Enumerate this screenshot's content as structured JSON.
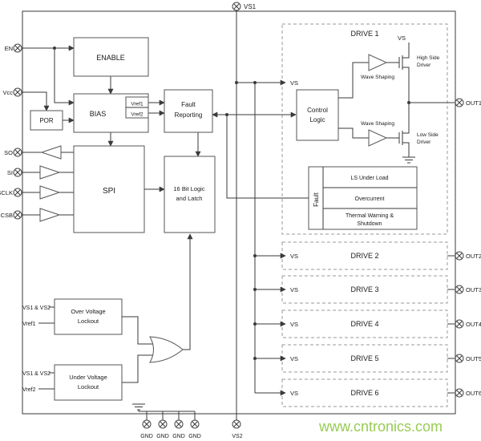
{
  "watermark": "www.cntronics.com",
  "colors": {
    "wire": "#3a3a3a",
    "box_border": "#555555",
    "dashed_border": "#9a9a9a",
    "watermark": "#8dc63f"
  },
  "pins": {
    "top": "VS1",
    "left": [
      "EN",
      "Vcc",
      "SO",
      "SI",
      "SCLK",
      "CSB"
    ],
    "right": [
      "OUT1",
      "OUT2",
      "OUT3",
      "OUT4",
      "OUT5",
      "OUT6"
    ],
    "gnd": [
      "GND",
      "GND",
      "GND",
      "GND"
    ],
    "bottom": "VS2"
  },
  "left_signals": {
    "ovl_supply": "VS1 & VS2",
    "ovl_ref": "Vref1",
    "uvl_supply": "VS1 & VS2",
    "uvl_ref": "Vref2"
  },
  "blocks": {
    "enable": "ENABLE",
    "por": "POR",
    "bias": "BIAS",
    "vref1": "Vref1",
    "vref2": "Vref2",
    "fault_reporting": [
      "Fault",
      "Reporting"
    ],
    "spi": "SPI",
    "logic": [
      "16 Bit Logic",
      "and Latch"
    ],
    "ovl": [
      "Over Voltage",
      "Lockout"
    ],
    "uvl": [
      "Under Voltage",
      "Lockout"
    ]
  },
  "drive1": {
    "title": "DRIVE 1",
    "vs_in": "VS",
    "vs_rail": "VS",
    "control": [
      "Control",
      "Logic"
    ],
    "wave_shaping_high": "Wave Shaping",
    "wave_shaping_low": "Wave Shaping",
    "high_side": [
      "High Side",
      "Driver"
    ],
    "low_side": [
      "Low Side",
      "Driver"
    ],
    "fault_label": "Fault",
    "fault_rows": [
      "LS Under Load",
      "Overcurrent"
    ],
    "fault_row_thermal": [
      "Thermal Warning &",
      "Shutdown"
    ]
  },
  "drives": [
    {
      "title": "DRIVE 2",
      "vs": "VS"
    },
    {
      "title": "DRIVE 3",
      "vs": "VS"
    },
    {
      "title": "DRIVE 4",
      "vs": "VS"
    },
    {
      "title": "DRIVE 5",
      "vs": "VS"
    },
    {
      "title": "DRIVE 6",
      "vs": "VS"
    }
  ]
}
